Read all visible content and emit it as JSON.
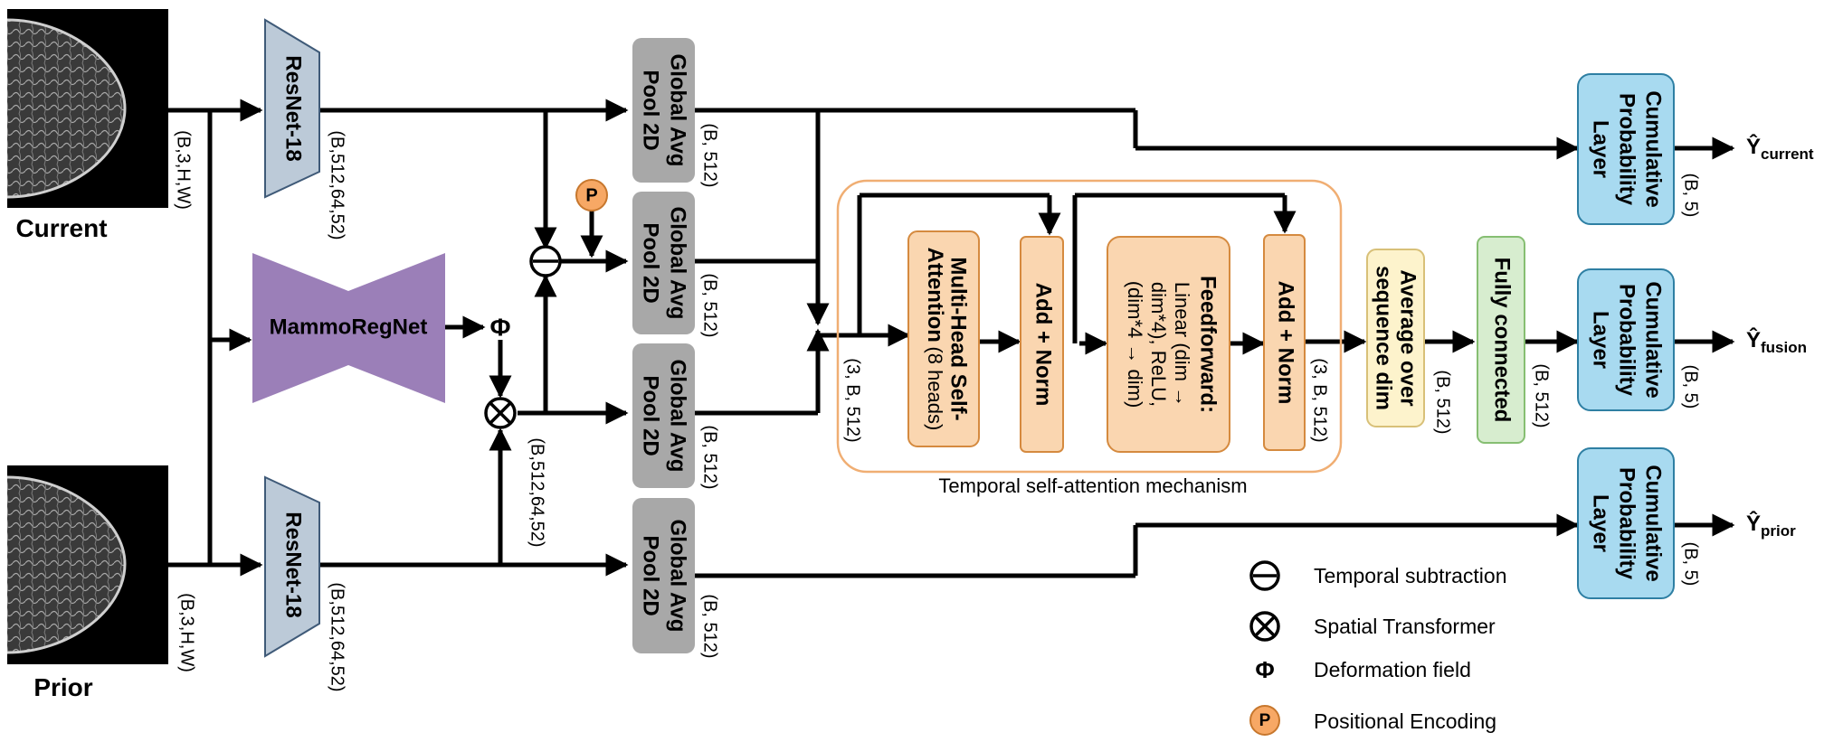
{
  "inputs": {
    "current_label": "Current",
    "prior_label": "Prior"
  },
  "resnet_label": "ResNet-18",
  "regnet_label": "MammoRegNet",
  "gap_label_line1": "Global Avg",
  "gap_label_line2": "Pool 2D",
  "mha": {
    "line1": "Multi-Head Self-",
    "line2": "Attention",
    "heads": "(8 heads)"
  },
  "addnorm_label": "Add + Norm",
  "ff": {
    "title": "Feedforward:",
    "line1": "Linear (dim →",
    "line2": "dim*4), ReLU,",
    "line3": "(dim*4 → dim)"
  },
  "avg": {
    "line1": "Average over",
    "line2": "sequence dim"
  },
  "fc_label": "Fully connected",
  "cpl": {
    "line1": "Cumulative",
    "line2": "Probability",
    "line3": "Layer"
  },
  "attention_caption": "Temporal self-attention mechanism",
  "symbols": {
    "phi": "Φ",
    "p": "P"
  },
  "dims": {
    "b3hw": "(B,3,H,W)",
    "b512_64_52": "(B,512,64,52)",
    "b512": "(B, 512)",
    "three_b512": "(3, B, 512)",
    "b5": "(B, 5)"
  },
  "outputs": {
    "current_main": "Ŷ",
    "current_sub": "current",
    "fusion_main": "Ŷ",
    "fusion_sub": "fusion",
    "prior_main": "Ŷ",
    "prior_sub": "prior"
  },
  "legend": {
    "subtraction": "Temporal subtraction",
    "spatial": "Spatial Transformer",
    "deformation": "Deformation field",
    "positional": "Positional Encoding"
  },
  "colors": {
    "resnet": "#BCCAD8",
    "regnet": "#9B7FB8",
    "gap": "#A8A8A8",
    "orange_box": "#FAD6B0",
    "orange_border": "#D58A3F",
    "attention_frame": "#F0AE73",
    "avg_box": "#FDF3CC",
    "avg_border": "#D8C078",
    "fc_box": "#D7EDCF",
    "fc_border": "#86BE72",
    "cpl_box": "#A8DAF0",
    "cpl_border": "#2E7FA3",
    "p_circle": "#F7A865"
  }
}
